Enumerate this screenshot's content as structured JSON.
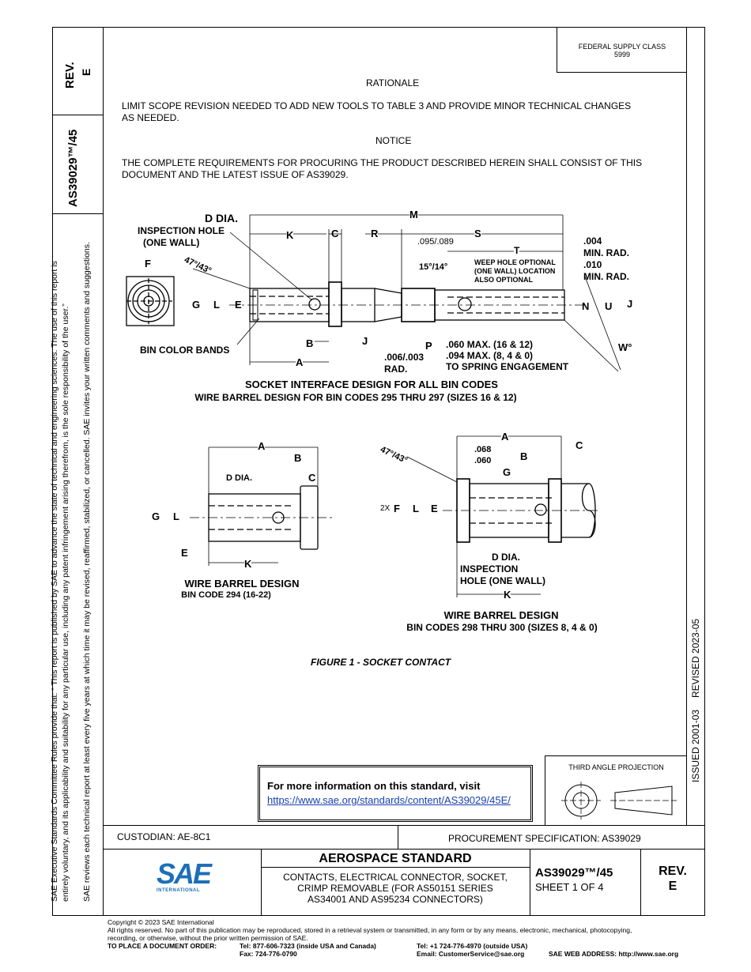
{
  "side": {
    "rev_label": "REV.",
    "rev_value": "E",
    "doc_number": "AS39029™/45",
    "rules_line1": "SAE Executive Standards Committee Rules provide that: “ This report is published by SAE to advance the state of technical and engineering sciences. The use of this report is",
    "rules_line2": "entirely voluntary, and its applicability and suitability for any particular use, including any patent infringement arising therefrom, is the sole responsibility of the user.”",
    "rules_line3": "SAE reviews each technical report at least every five years at which time it may be revised, reaffirmed, stabilized, or cancelled. SAE invites your written comments and suggestions.",
    "issued": "ISSUED 2001-03",
    "revised": "REVISED 2023-05"
  },
  "header": {
    "federal_supply_class_label": "FEDERAL SUPPLY CLASS",
    "federal_supply_class_value": "5999"
  },
  "rationale": {
    "heading": "RATIONALE",
    "line1": "LIMIT SCOPE REVISION NEEDED TO ADD NEW TOOLS TO TABLE 3 AND PROVIDE MINOR TECHNICAL CHANGES",
    "line2": "AS NEEDED."
  },
  "notice": {
    "heading": "NOTICE",
    "line1": "THE COMPLETE REQUIREMENTS FOR PROCURING THE PRODUCT DESCRIBED HEREIN SHALL CONSIST OF THIS",
    "line2": "DOCUMENT AND THE LATEST ISSUE OF AS39029."
  },
  "figure": {
    "top_title": "SOCKET INTERFACE DESIGN FOR ALL BIN CODES",
    "top_subtitle": "WIRE BARREL DESIGN FOR BIN CODES 295 THRU 297 (SIZES 16 & 12)",
    "left_title": "WIRE BARREL DESIGN",
    "left_subtitle": "BIN CODE 294 (16-22)",
    "right_title": "WIRE BARREL DESIGN",
    "right_subtitle": "BIN CODES 298 THRU 300 (SIZES 8, 4 & 0)",
    "caption": "FIGURE 1 - SOCKET CONTACT",
    "labels": {
      "d_dia": "D DIA.",
      "inspection_hole": "INSPECTION HOLE",
      "one_wall": "(ONE WALL)",
      "angle": "47°/43°",
      "bin_color_bands": "BIN COLOR BANDS",
      "m": "M",
      "k": "K",
      "c": "C",
      "r": "R",
      "s": "S",
      "t": "T",
      "f": "F",
      "g": "G",
      "l": "L",
      "e": "E",
      "a": "A",
      "b": "B",
      "j": "J",
      "p": "P",
      "n": "N",
      "u": "U",
      "w": "W°",
      "dim_095": ".095/.089",
      "dim_004": ".004",
      "min_rad1": "MIN. RAD.",
      "dim_010": ".010",
      "min_rad2": "MIN. RAD.",
      "angle_15": "15°/14°",
      "weep1": "WEEP HOLE OPTIONAL",
      "weep2": "(ONE WALL) LOCATION",
      "weep3": "ALSO OPTIONAL",
      "rad_006": ".006/.003",
      "rad": "RAD.",
      "max_060": ".060 MAX. (16 & 12)",
      "max_094": ".094 MAX. (8, 4 & 0)",
      "spring": "TO SPRING ENGAGEMENT",
      "d_dia_small": "D DIA.",
      "dim_068": ".068",
      "dim_060": ".060",
      "two_x": "2X",
      "d_dia_r": "D DIA.",
      "inspection_r": "INSPECTION",
      "hole_one_wall": "HOLE (ONE WALL)"
    }
  },
  "info_box": {
    "text": "For more information on this standard, visit",
    "url": "https://www.sae.org/standards/content/AS39029/45E/"
  },
  "projection": {
    "label": "THIRD ANGLE PROJECTION"
  },
  "title_block": {
    "custodian": "CUSTODIAN: AE-8C1",
    "procurement": "PROCUREMENT SPECIFICATION: AS39029",
    "standard_type": "AEROSPACE STANDARD",
    "title_line1": "CONTACTS, ELECTRICAL CONNECTOR, SOCKET,",
    "title_line2": "CRIMP REMOVABLE (FOR AS50151 SERIES",
    "title_line3": "AS34001 AND AS95234 CONNECTORS)",
    "doc_number": "AS39029™/45",
    "sheet": "SHEET 1 OF 4",
    "rev_label": "REV.",
    "rev_value": "E",
    "logo_text": "SAE",
    "logo_sub": "INTERNATIONAL"
  },
  "footer": {
    "copyright": "Copyright © 2023 SAE International",
    "rights1": "All rights reserved. No part of this publication may be reproduced, stored in a retrieval system or transmitted, in any form or by any means, electronic, mechanical, photocopying,",
    "rights2": "recording, or otherwise, without the prior written permission of SAE.",
    "order_label": "TO PLACE A DOCUMENT ORDER:",
    "tel_us": "Tel: 877-606-7323 (inside USA and Canada)",
    "fax": "Fax: 724-776-0790",
    "tel_intl": "Tel: +1 724-776-4970 (outside USA)",
    "email": "Email: CustomerService@sae.org",
    "web": "SAE WEB ADDRESS: http://www.sae.org"
  },
  "colors": {
    "link": "#1a3fb0",
    "logo_blue": "#1d6fb8"
  }
}
